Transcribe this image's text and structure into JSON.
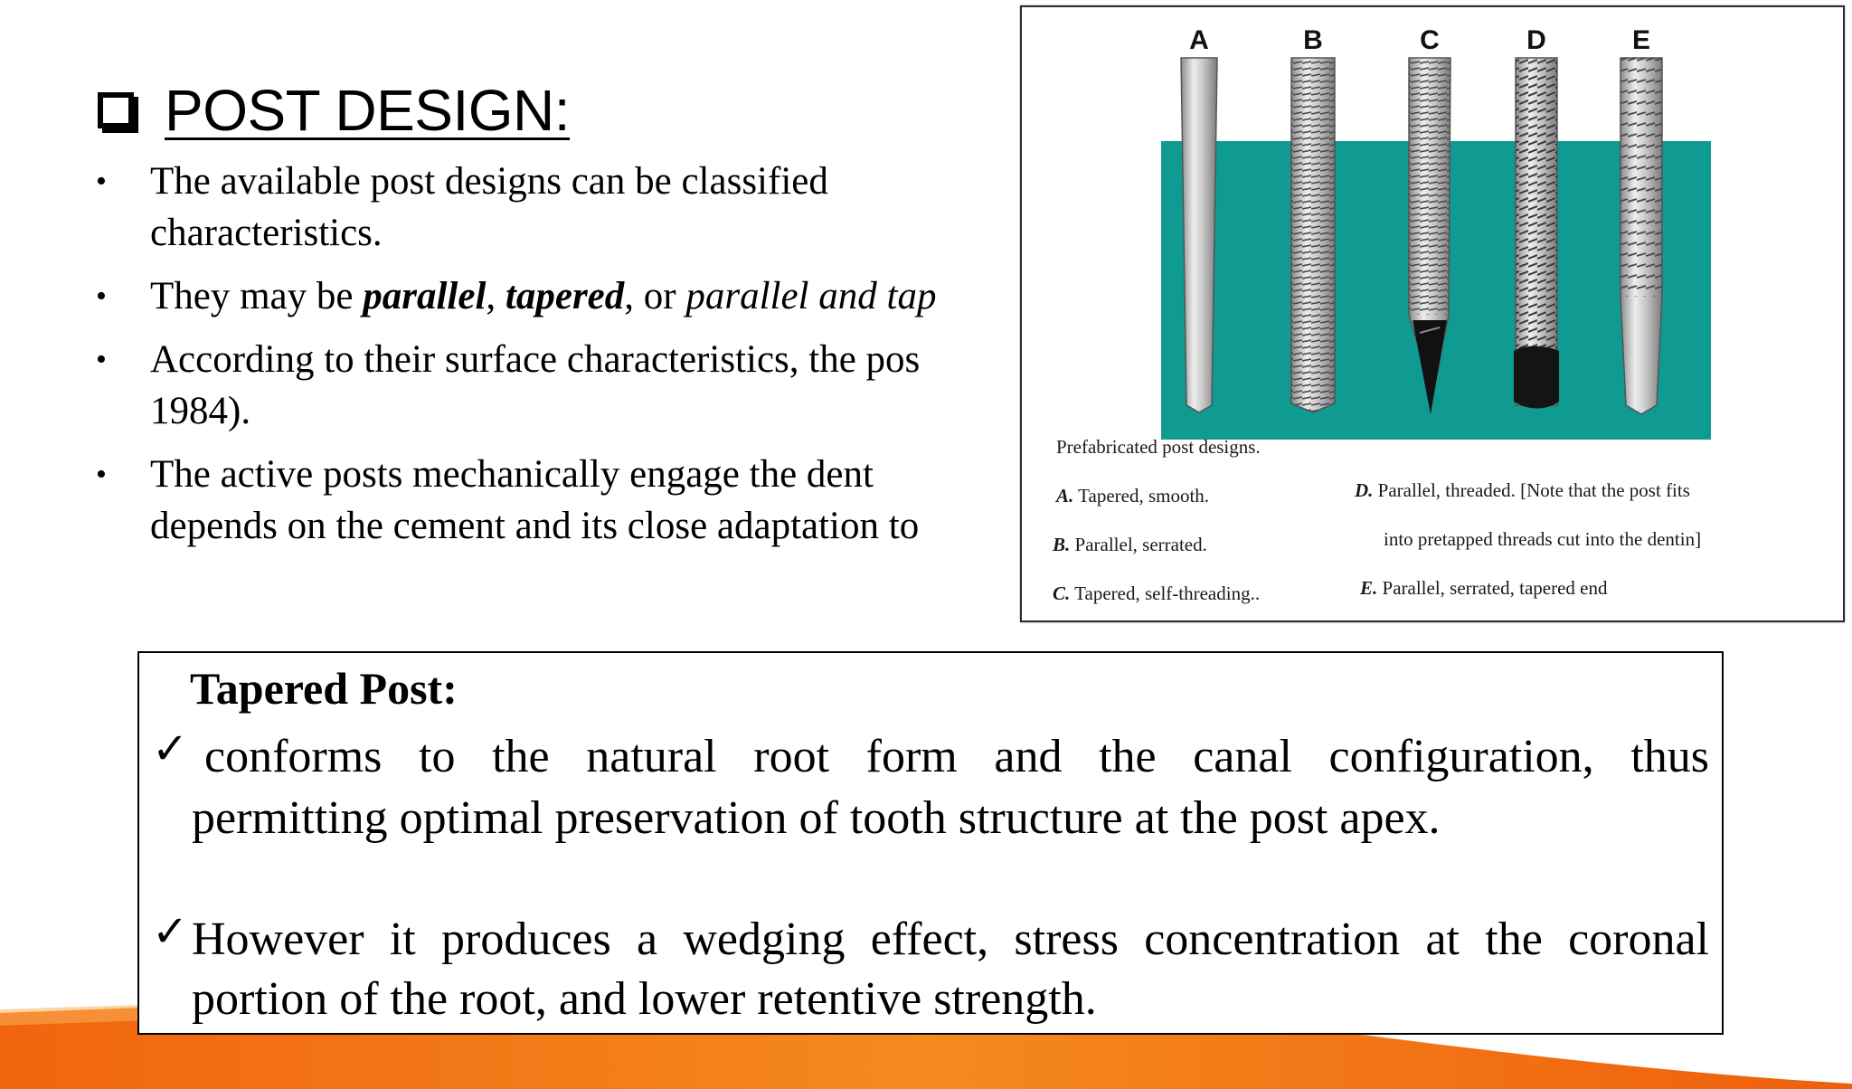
{
  "heading": "POST DESIGN:",
  "bullets": [
    {
      "line1": "The available post designs can be classified",
      "line2": "characteristics."
    },
    {
      "prefix": "They may be ",
      "b1": "parallel",
      "sep1": ", ",
      "b2": "tapered",
      "sep2": ", or ",
      "i1": "parallel and tap"
    },
    {
      "line1": "According to their surface characteristics, the pos",
      "line2": "1984)."
    },
    {
      "line1": "The active posts mechanically engage the dent",
      "line2": "depends on the cement and its close adaptation to"
    }
  ],
  "figure": {
    "post_letters": [
      "A",
      "B",
      "C",
      "D",
      "E"
    ],
    "caption_title": "Prefabricated post designs.",
    "captions": [
      {
        "key": "A.",
        "text": "Tapered, smooth."
      },
      {
        "key": "B.",
        "text": "Parallel, serrated."
      },
      {
        "key": "C.",
        "text": "Tapered, self-threading.."
      },
      {
        "key": "D.",
        "text": "Parallel, threaded. [Note that the post fits"
      },
      {
        "key": "",
        "text": "into pretapped threads cut into the dentin]"
      },
      {
        "key": "E.",
        "text": "Parallel, serrated, tapered end"
      }
    ],
    "colors": {
      "dentin": "#0f9a92",
      "post_metal": "#b9b9b9"
    }
  },
  "tapered_post": {
    "title": "Tapered Post:",
    "points": [
      {
        "check": "✓",
        "line1": "conforms to the natural root form and the canal configuration, thus",
        "line2": "permitting optimal preservation of tooth structure at the post apex."
      },
      {
        "check": "✓",
        "line1": "However it produces a wedging effect, stress concentration at the coronal",
        "line2": "portion of the root, and lower retentive strength."
      }
    ]
  },
  "colors": {
    "accent": "#f26a10"
  }
}
